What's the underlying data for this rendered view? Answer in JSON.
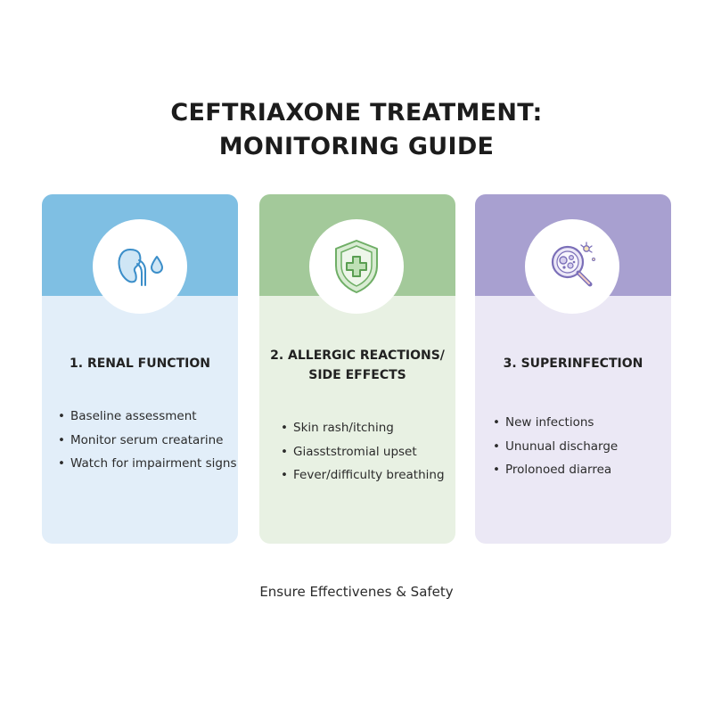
{
  "title": {
    "line1": "CEFTRIAXONE TREATMENT:",
    "line2": "MONITORING GUIDE"
  },
  "cards": [
    {
      "icon": "kidney-droplet-icon",
      "heading": [
        "1. RENAL FUNCTION"
      ],
      "bullets": [
        "Baseline assessment",
        "Monitor serum creatarine",
        "Watch for impairment signs"
      ],
      "accent": "#7fbfe3",
      "background": "#e2eef9"
    },
    {
      "icon": "shield-cross-icon",
      "heading": [
        "2. ALLERGIC REACTIONS/",
        "SIDE EFFECTS"
      ],
      "bullets": [
        "Skin rash/itching",
        "Giasststromial upset",
        "Fever/difficulty breathing"
      ],
      "accent": "#a3c99a",
      "background": "#e8f1e3"
    },
    {
      "icon": "magnifier-bacteria-icon",
      "heading": [
        "3. SUPERINFECTION"
      ],
      "bullets": [
        "New infections",
        "Ununual discharge",
        "Prolonoed diarrea"
      ],
      "accent": "#a8a0d0",
      "background": "#ebe8f5"
    }
  ],
  "footer": "Ensure Effectivenes & Safety"
}
